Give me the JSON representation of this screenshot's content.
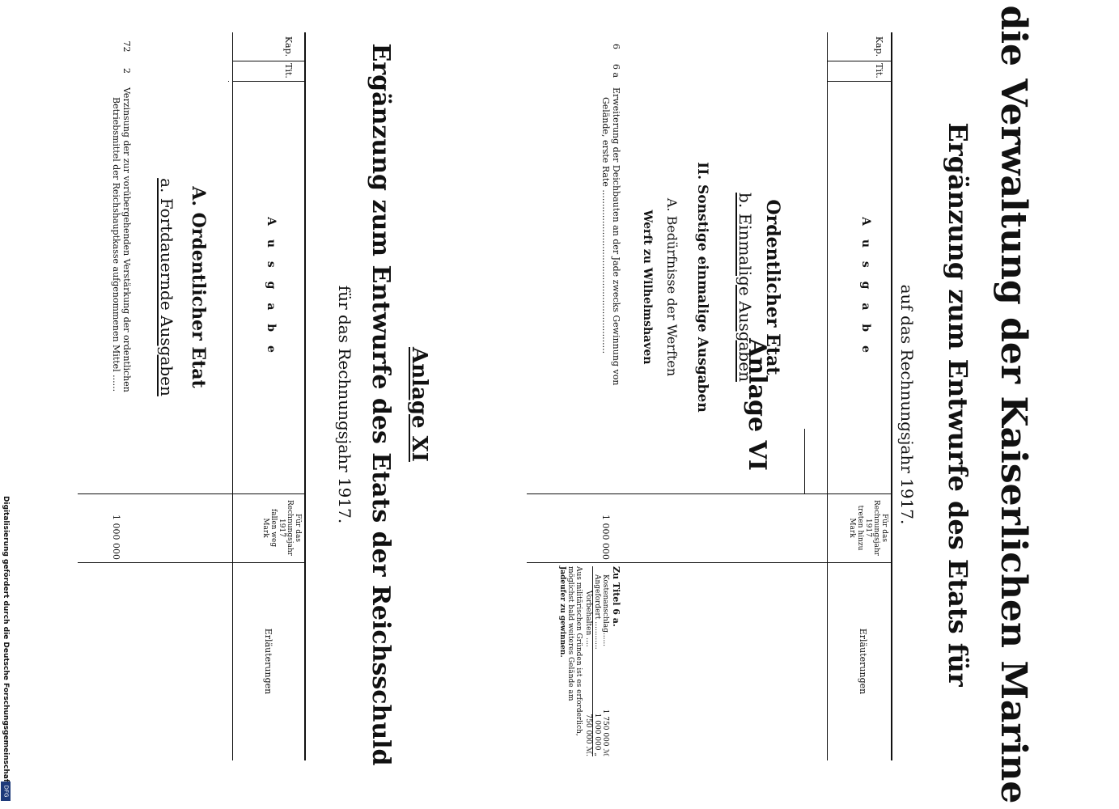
{
  "upper": {
    "anlage": "Anlage VI",
    "title_line1": "Ergänzung zum Entwurfe des Etats für",
    "title_line2": "die Verwaltung der Kaiserlichen Marine",
    "subtitle": "auf das Rechnungsjahr 1917.",
    "col_kap": "Kap.",
    "col_tit": "Tit.",
    "col_ausgabe": "A u s g a b e",
    "col_amount_l1": "Für das",
    "col_amount_l2": "Rechnungsjahr",
    "col_amount_l3": "1917",
    "col_amount_l4": "treten hinzu",
    "col_amount_l5": "Mark",
    "col_erl": "Erläuterungen",
    "h_ordentlicher": "Ordentlicher Etat",
    "h_einmalige": "b. Einmalige Ausgaben",
    "h_sonstige": "II. Sonstige einmalige Ausgaben",
    "h_beduerfnisse": "A. Bedürfnisse der Werften",
    "h_werft": "Werft zu Wilhelmshaven",
    "row_kap": "6",
    "row_tit": "6 a",
    "row_text_l1": "Erweiterung der Deichbauten an der Jade zwecks Gewinnung von",
    "row_text_l2": "Gelände, erste Rate ..........................................................",
    "row_amount": "1 000 000",
    "erl_title": "Zu Titel 6 a.",
    "erl_l1_label": "Kostenanschlag......",
    "erl_l1_value": "1 750 000 ℳ",
    "erl_l2_label": "Angefordert ............",
    "erl_l2_value": "1 000 000 „",
    "erl_l3_label": "Vorbehalten ....",
    "erl_l3_value": "750 000 ℳ.",
    "erl_note_l1": "Aus militärischen Gründen ist es erforderlich,",
    "erl_note_l2": "möglichst bald weiteres Gelände am",
    "erl_note_l3": "Jadeufer zu gewinnen."
  },
  "lower": {
    "anlage": "Anlage XI",
    "title_line1": "Ergänzung zum Entwurfe des Etats der Reichsschuld",
    "subtitle": "für das Rechnungsjahr 1917.",
    "col_kap": "Kap.",
    "col_tit": "Tit.",
    "col_ausgabe": "A u s g a b e",
    "col_amount_l1": "Für das",
    "col_amount_l2": "Rechnungsjahr",
    "col_amount_l3": "1917",
    "col_amount_l4": "fallen weg",
    "col_amount_l5": "Mark",
    "col_erl": "Erläuterungen",
    "h_ordentlicher": "A. Ordentlicher Etat",
    "h_fortdauernde": "a. Fortdauernde Ausgaben",
    "row_kap": "72",
    "row_tit": "2",
    "row_text_l1": "Verzinsung der zur vorübergehenden Verstärkung der ordentlichen",
    "row_text_l2": "Betriebsmittel der Reichshauptkasse aufgenommenen Mittel ......",
    "row_amount": "1 000 000"
  },
  "credit": "Digitalisierung gefördert durch die Deutsche Forschungsgemeinschaft",
  "logo": "DFG"
}
